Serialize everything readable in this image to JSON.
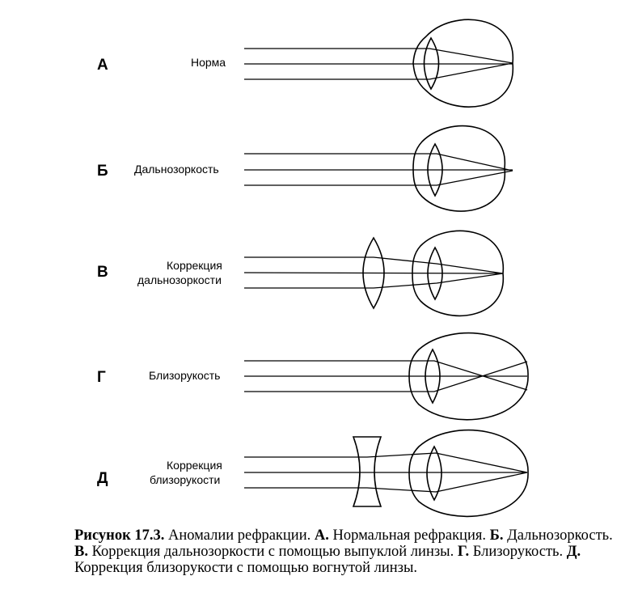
{
  "rows": [
    {
      "letter": "А",
      "label_lines": [
        "Норма"
      ]
    },
    {
      "letter": "Б",
      "label_lines": [
        "Дальнозоркость"
      ]
    },
    {
      "letter": "В",
      "label_lines": [
        "Коррекция",
        "дальнозоркости"
      ]
    },
    {
      "letter": "Г",
      "label_lines": [
        "Близорукость"
      ]
    },
    {
      "letter": "Д",
      "label_lines": [
        "Коррекция",
        "близорукости"
      ]
    }
  ],
  "caption": {
    "figure": "Рисунок 17.3.",
    "text": " Аномалии рефракции. ",
    "a": "А.",
    "a_text": " Нормальная рефракция. ",
    "b": "Б.",
    "b_text": " Дальнозоркость. ",
    "v": "В.",
    "v_text": " Коррекция дальнозоркости с помощью выпуклой линзы. ",
    "g": "Г.",
    "g_text": " Близорукость. ",
    "d": "Д.",
    "d_text": " Коррекция близорукости с помощью вогнутой линзы."
  }
}
